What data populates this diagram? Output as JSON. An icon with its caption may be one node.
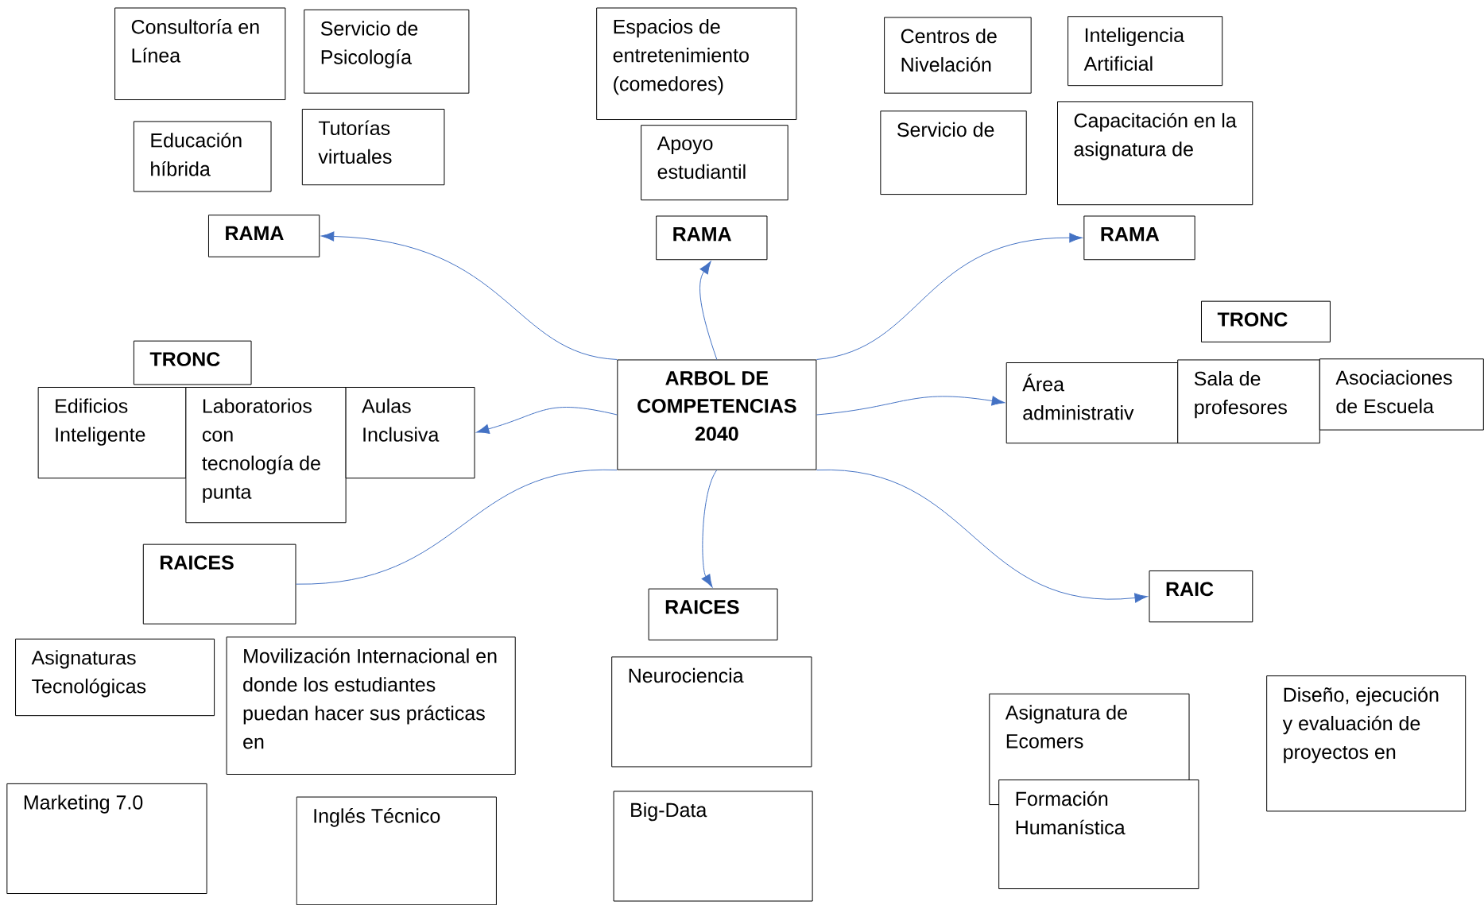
{
  "diagram": {
    "nodes": [
      {
        "text": [
          "Consultoría en Línea"
        ]
      },
      {
        "text": [
          "Servicio de Psicología"
        ]
      },
      {
        "text": [
          "Educación híbrida"
        ]
      },
      {
        "text": [
          "Tutorías virtuales"
        ]
      },
      {
        "text": [
          "Espacios de entretenimiento (comedores)"
        ]
      },
      {
        "text": [
          "Apoyo estudiantil"
        ]
      },
      {
        "text": [
          "Centros de Nivelación"
        ]
      },
      {
        "text": [
          "Inteligencia Artificial"
        ]
      },
      {
        "text": [
          "Servicio de"
        ]
      },
      {
        "text": [
          "Capacitación en la asignatura de"
        ]
      },
      {
        "text": [
          "RAMA"
        ]
      },
      {
        "text": [
          "RAMA"
        ]
      },
      {
        "text": [
          "RAMA"
        ]
      },
      {
        "text": [
          "TRONC"
        ]
      },
      {
        "text": [
          "TRONC"
        ]
      },
      {
        "text": [
          "Edificios Inteligente"
        ]
      },
      {
        "text": [
          "Laboratorios con tecnología de punta"
        ]
      },
      {
        "text": [
          "Aulas Inclusiva"
        ]
      },
      {
        "text": [
          "ARBOL DE COMPETENCIAS 2040"
        ]
      },
      {
        "text": [
          "Área administrativ"
        ]
      },
      {
        "text": [
          "Sala de profesores"
        ]
      },
      {
        "text": [
          "Asociaciones de Escuela"
        ]
      },
      {
        "text": [
          "RAICES"
        ]
      },
      {
        "text": [
          "RAICES"
        ]
      },
      {
        "text": [
          "RAIC"
        ]
      },
      {
        "text": [
          "Asignaturas Tecnológicas"
        ]
      },
      {
        "text": [
          "Movilización Internacional en donde los estudiantes puedan hacer sus prácticas en"
        ]
      },
      {
        "text": [
          "Neurociencia"
        ]
      },
      {
        "text": [
          "Marketing 7.0"
        ]
      },
      {
        "text": [
          "Inglés Técnico"
        ]
      },
      {
        "text": [
          "Big-Data"
        ]
      },
      {
        "text": [
          "Asignatura de Ecomers"
        ]
      },
      {
        "text": [
          "Formación Humanística"
        ]
      },
      {
        "text": [
          "Diseño, ejecución y evaluación de proyectos en"
        ]
      }
    ],
    "edges": [
      {
        "from": 18,
        "to": 10,
        "arrow": "to"
      },
      {
        "from": 18,
        "to": 11,
        "arrow": "to"
      },
      {
        "from": 18,
        "to": 12,
        "arrow": "to"
      },
      {
        "from": 18,
        "to": 17,
        "arrow": "to"
      },
      {
        "from": 18,
        "to": 19,
        "arrow": "to"
      },
      {
        "from": 18,
        "to": 23,
        "arrow": "to"
      },
      {
        "from": 18,
        "to": 24,
        "arrow": "to"
      },
      {
        "from": 22,
        "to": 18,
        "arrow": "none"
      }
    ]
  }
}
